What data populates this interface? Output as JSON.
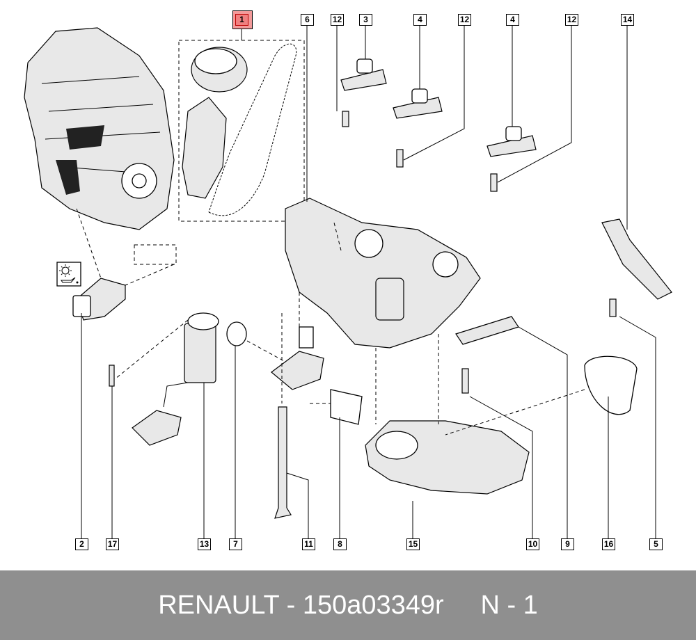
{
  "diagram": {
    "callouts_top": [
      "1",
      "6",
      "12",
      "3",
      "4",
      "12",
      "4",
      "12",
      "14"
    ],
    "callouts_bottom": [
      "2",
      "17",
      "13",
      "7",
      "11",
      "8",
      "15",
      "10",
      "9",
      "16",
      "5"
    ],
    "highlighted_callout": "1",
    "highlight_color": "#f39a9a",
    "icon": "oil-pressure-warning-icon"
  },
  "footer": {
    "text": "RENAULT - 150a03349r     N - 1",
    "background": "#8f8f8f"
  }
}
